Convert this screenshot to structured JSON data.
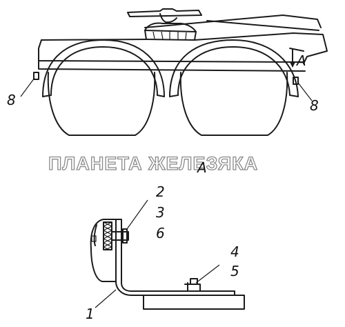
{
  "watermark": "ПЛАНЕТА ЖЕЛЕЗЯКА",
  "view_label": "A",
  "arrow_label": "A",
  "callouts": {
    "left_lamp": "8",
    "right_lamp": "8",
    "c1": "1",
    "c2": "2",
    "c3": "3",
    "c4": "4",
    "c5": "5",
    "c6": "6"
  }
}
